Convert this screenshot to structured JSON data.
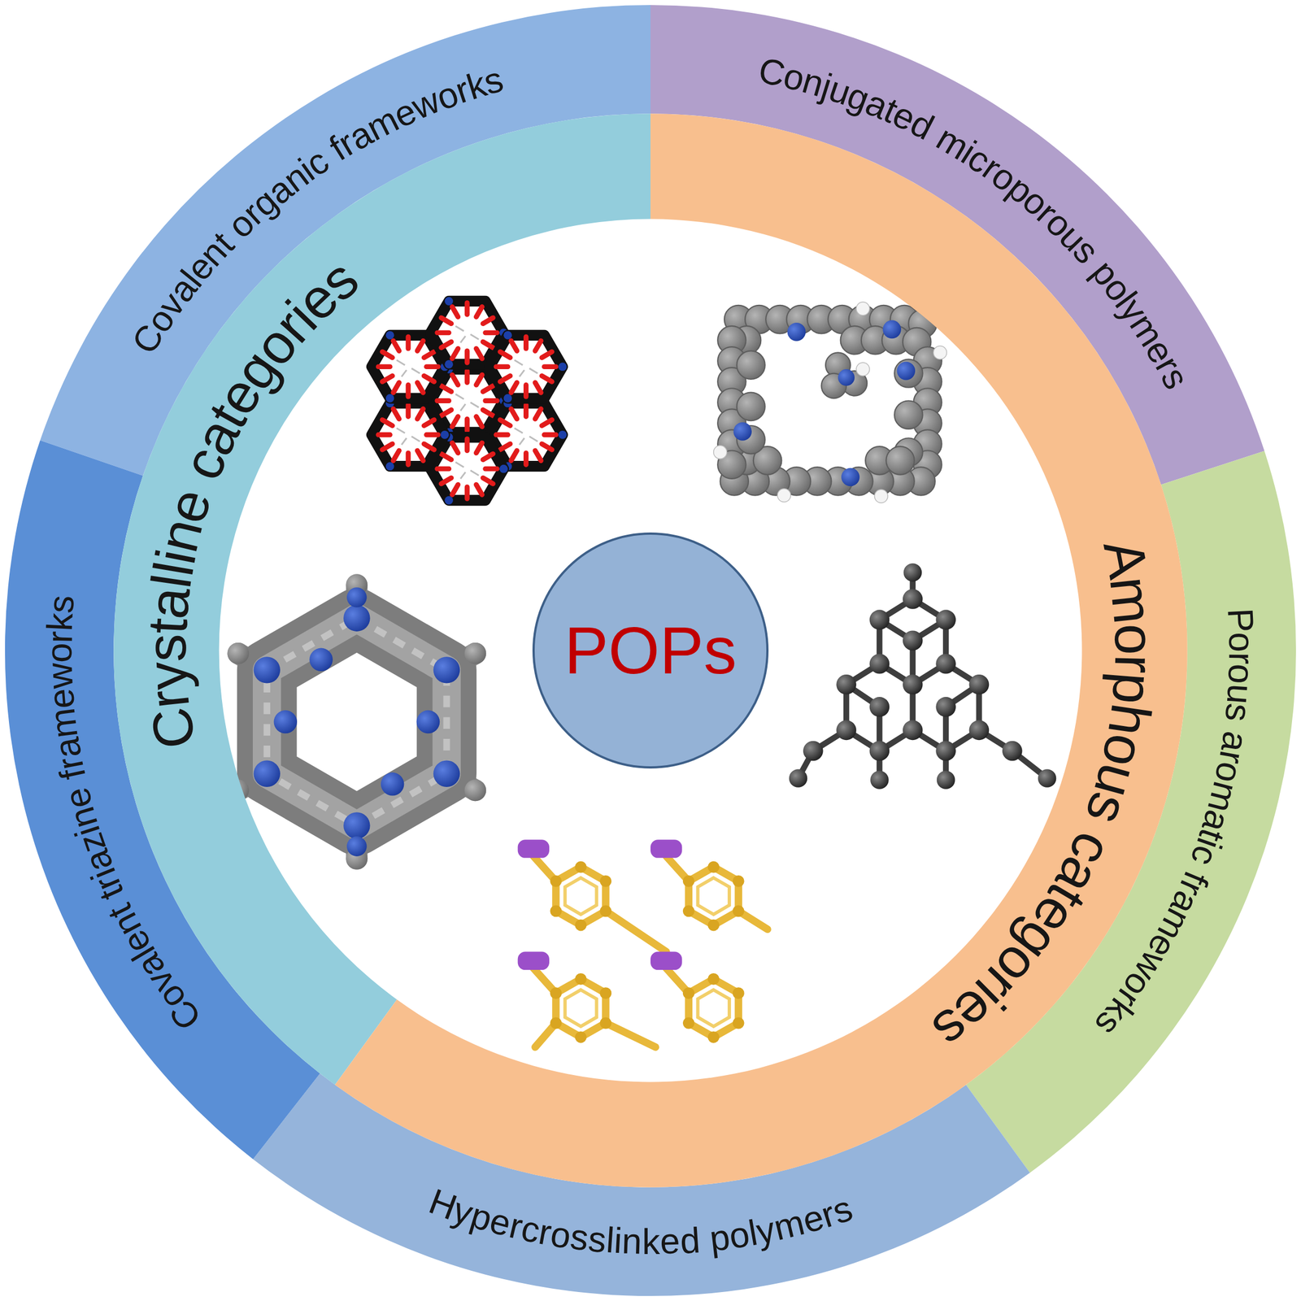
{
  "diagram": {
    "nodes": [
      {
        "text": [
          "Covalent organic frameworks"
        ]
      },
      {
        "text": [
          "Conjugated microporous polymers"
        ]
      },
      {
        "text": [
          "Porous aromatic frameworks"
        ]
      },
      {
        "text": [
          "Hypercrosslinked polymers"
        ]
      },
      {
        "text": [
          "Covalent triazine frameworks"
        ]
      },
      {
        "text": [
          "Crystalline categories"
        ]
      },
      {
        "text": [
          "Amorphous categories"
        ]
      },
      {
        "text": [
          "POPs"
        ]
      }
    ]
  }
}
